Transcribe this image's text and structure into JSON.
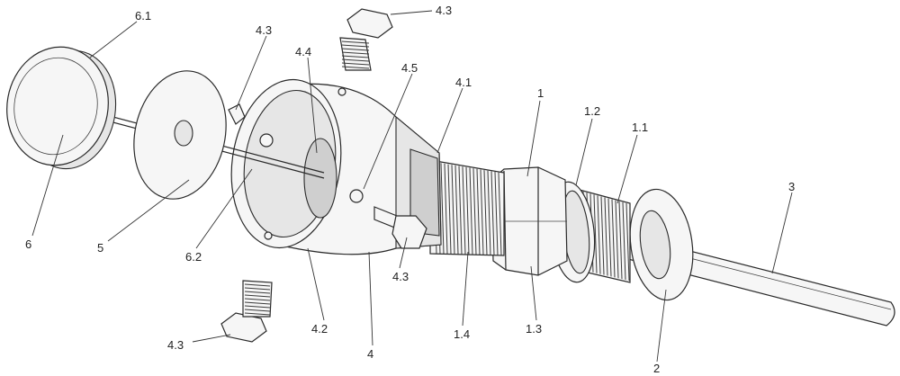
{
  "labels": {
    "l_6_1": "6.1",
    "l_4_3_top_bolt": "4.3",
    "l_4_3_upper": "4.3",
    "l_4_4": "4.4",
    "l_4_5": "4.5",
    "l_4_1": "4.1",
    "l_1": "1",
    "l_1_2": "1.2",
    "l_1_1": "1.1",
    "l_3": "3",
    "l_6": "6",
    "l_5": "5",
    "l_6_2": "6.2",
    "l_4_3_side": "4.3",
    "l_4_2": "4.2",
    "l_4": "4",
    "l_1_4": "1.4",
    "l_1_3": "1.3",
    "l_2": "2",
    "l_4_3_bottom_bolt": "4.3"
  }
}
